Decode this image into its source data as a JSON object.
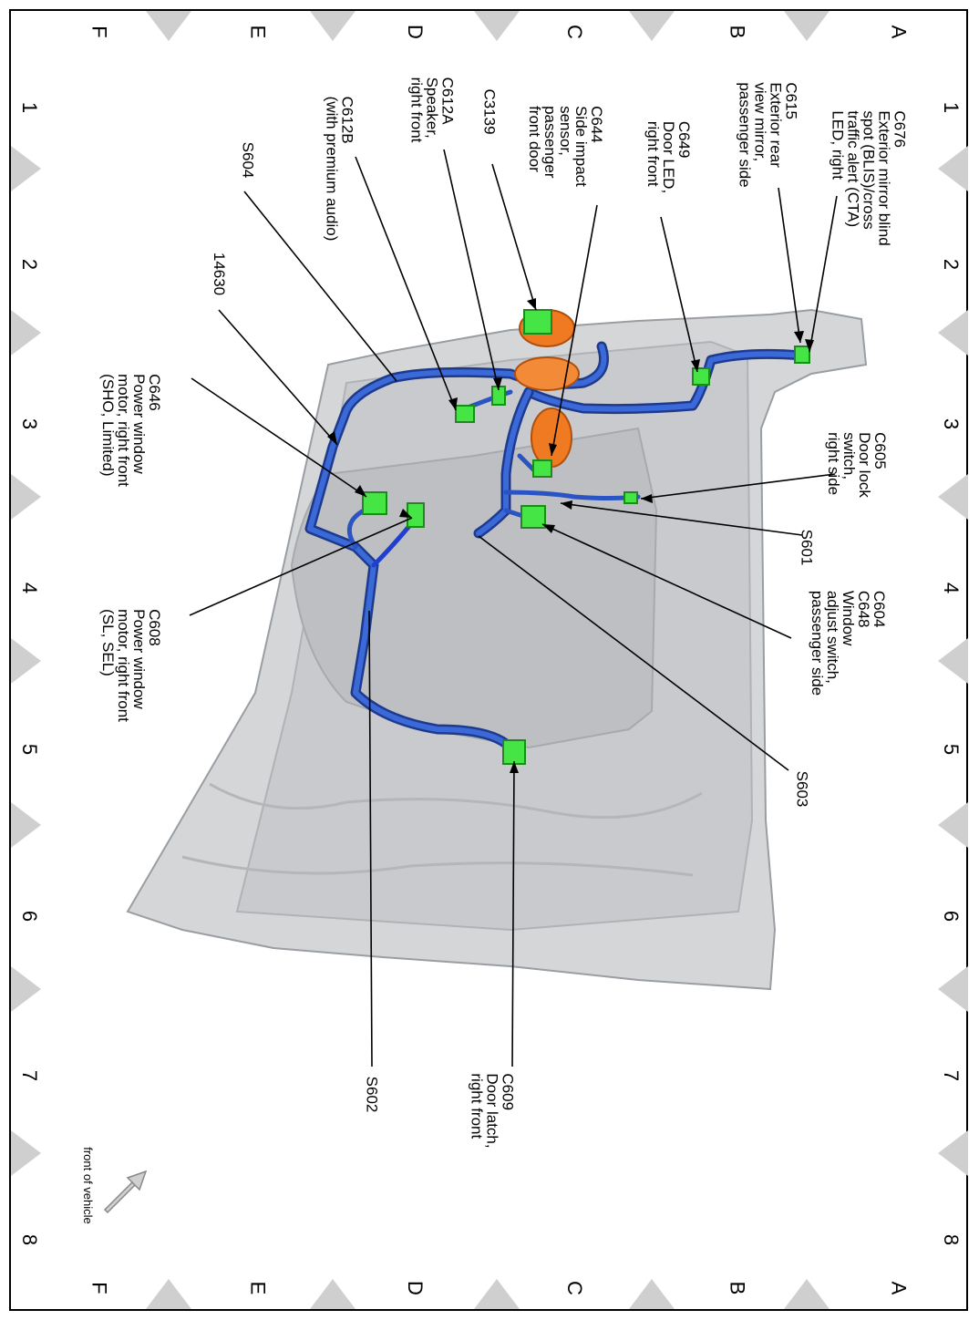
{
  "grid": {
    "rows": [
      "A",
      "B",
      "C",
      "D",
      "E",
      "F"
    ],
    "cols": [
      "1",
      "2",
      "3",
      "4",
      "5",
      "6",
      "7",
      "8"
    ]
  },
  "labels": {
    "c676": "C676\nExterior mirror blind\nspot (BLIS)/cross\ntraffic alert (CTA)\nLED, right",
    "c615": "C615\nExterior rear\nview mirror,\npassenger side",
    "c649": "C649\nDoor LED,\nright front",
    "c644": "C644\nSide impact\nsensor,\npassenger\nfront door",
    "c3139": "C3139",
    "c612a": "C612A\nSpeaker,\nright front",
    "c612b": "C612B\n(with premium audio)",
    "s604": "S604",
    "n14630": "14630",
    "c646": "C646\nPower window\nmotor, right front\n(SHO, Limited)",
    "c608": "C608\nPower window\nmotor, right front\n(SL, SEL)",
    "c605": "C605\nDoor lock\nswitch,\nright side",
    "s601": "S601",
    "c604": "C604\nC648\nWindow\nadjust switch,\npassenger side",
    "s603": "S603",
    "c609": "C609\nDoor latch,\nright front",
    "s602": "S602"
  },
  "front_label": "front of vehicle",
  "colors": {
    "harness": "#2a54c4",
    "harness_dark": "#1d3a8f",
    "connector": "#44e544",
    "sensor": "#f07a22",
    "door_panel": "#d4d6d8",
    "marker": "#cfcfcf"
  },
  "icons": [
    "front-of-vehicle-arrow-icon"
  ]
}
